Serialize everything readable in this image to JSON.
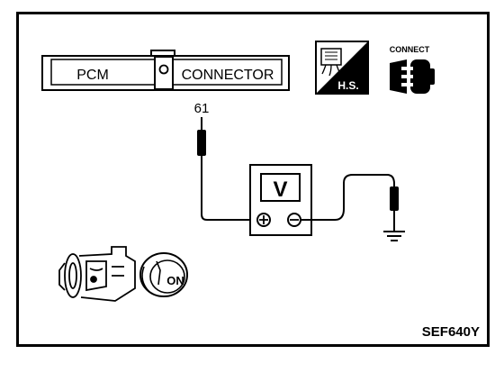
{
  "connector": {
    "left_label": "PCM",
    "right_label": "CONNECTOR"
  },
  "terminal": {
    "number": "61"
  },
  "voltmeter": {
    "label": "V"
  },
  "badges": {
    "hs_label": "H.S.",
    "connect_label": "CONNECT"
  },
  "ignition": {
    "key_label": "ON"
  },
  "figure": {
    "code": "SEF640Y"
  },
  "icons": {
    "hs": "harness-side-icon",
    "connect": "connector-icon",
    "engine": "engine-icon",
    "key": "ignition-key-icon",
    "ground": "ground-icon"
  }
}
